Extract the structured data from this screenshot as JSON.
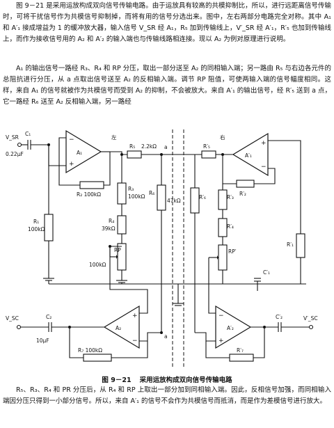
{
  "text": {
    "p1": "图 9－21 是采用运放构成双向信号传输电路。由于运放具有较高的共模抑制比，所以，进行远距离信号传输时，可将干扰信号作为共模信号抑制掉，而将有用的信号分选出来。图中，左右两部分电路完全对称。其中 A₁ 和 A′₁ 接成增益为 1 的缓冲放大器，输入信号 V_SR 经 A₁，R₅ 加到传输线上，V′_SR 经 A′₁，R′₅ 也加到传输线上，而作为接收信号用的 A₂ 和 A′₂ 的输入端也与传输线路相连接。现以 A₂ 为例对原理进行说明。",
    "p2": "A₁ 的输出信号一路经 R₃、R₄ 和 RP 分压，取出一部分送至 A₂ 的同相输入端；另一路由 R₅ 与右边各元件的总阻抗进行分压，从 a 点取出信号送至 A₂ 的反相输入端。调节 RP 阻值，可使两输入端的信号幅度相同。这样，来自 A₁ 的信号就被作为共模信号而受到 A₂ 的抑制，不会被放大。来自 A′₁ 的输出信号，经 R′₅ 送到 a 点，它一路经 R₆ 送至 A₂ 反相输入端，另一路经",
    "p3": "R₅、R₃、R₄ 和 PR 分压后，从 R₄ 和 RP 上取出一部分加到同相输入端。因此，反相信号加强，而同相输入端因分压只得到一小部分信号。所以，来自 A′₁ 的信号不会作为共模信号而抵消，而是作为差模信号进行放大。"
  },
  "figure": {
    "caption_number": "图 9－21",
    "caption_title": "采用运放构成双向信号传输电路",
    "side_left": "左",
    "side_right": "右",
    "node_a": "a",
    "labels": {
      "vsr": "V_SR",
      "c1": "C₁",
      "c1_val": "0.22μF",
      "a1": "A₁",
      "r2": "R₂ 100kΩ",
      "r5": "R₅",
      "r5_val": "2.2kΩ",
      "r3": "R₃",
      "r3_val": "100kΩ",
      "r4": "R₄",
      "r4_val": "39kΩ",
      "rp": "RP",
      "rp_val": "100kΩ",
      "r6": "R₆",
      "r6_val": "47kΩ",
      "r1": "R₁",
      "r1_val": "100kΩ",
      "vsc": "V_SC",
      "c2": "C₂",
      "c2_val": "10μF",
      "a2": "A₂",
      "r7": "R₇ 100kΩ",
      "r5p": "R′₅",
      "a1p": "A′₁",
      "r2p": "R′₂",
      "r3p": "R′₃",
      "r4p": "R′₄",
      "r6p": "R′₆",
      "rpp": "RP′",
      "r1p": "R′₁",
      "c1p": "C′₁",
      "a2p": "A′₂",
      "c2p": "C′₂",
      "vscp": "V′_SC",
      "r7p": "R′₇"
    }
  }
}
